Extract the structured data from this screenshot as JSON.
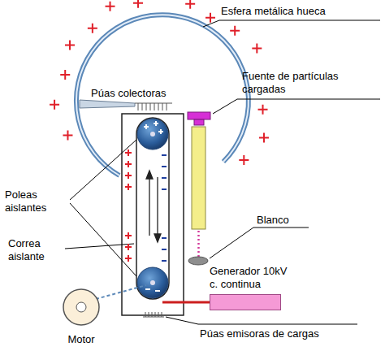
{
  "diagram": {
    "nodes": [
      {
        "text": [
          "Generador 10kV c. continua"
        ]
      },
      {
        "text": [
          "Motor"
        ]
      }
    ],
    "labels": [
      "Esfera metálica hueca",
      "Fuente de partículas cargadas",
      "Púas colectoras",
      "Poleas aislantes",
      "Correa aislante",
      "Blanco",
      "Púas emisoras de cargas"
    ]
  }
}
